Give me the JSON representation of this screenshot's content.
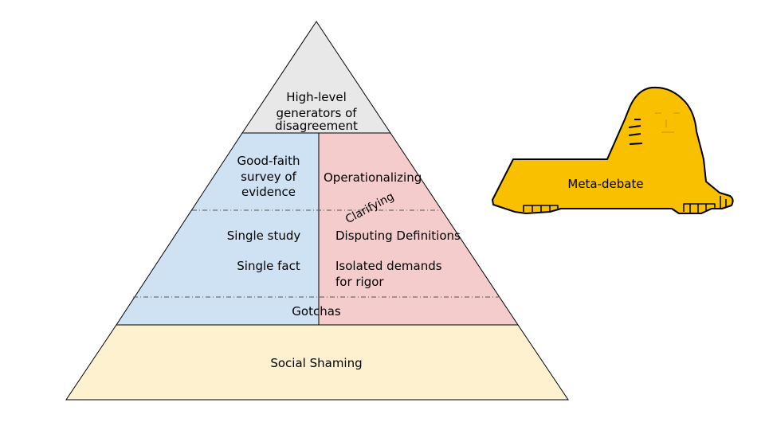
{
  "pyramid": {
    "top": {
      "lines": [
        "High-level",
        "generators of",
        "disagreement"
      ]
    },
    "left_upper": {
      "lines": [
        "Good-faith",
        "survey of",
        "evidence"
      ]
    },
    "right_upper": {
      "label": "Operationalizing"
    },
    "diagonal_label": "Clarifying",
    "left_lower": {
      "study": "Single study",
      "fact": "Single fact"
    },
    "right_lower": {
      "definitions": "Disputing Definitions",
      "rigor_lines": [
        "Isolated demands",
        "for rigor"
      ]
    },
    "gotchas": "Gotchas",
    "base": "Social Shaming"
  },
  "sphinx": {
    "label": "Meta-debate"
  },
  "colors": {
    "top": "#e8e8e8",
    "left": "#cfe2f3",
    "right": "#f4cccc",
    "base": "#fdf1cf",
    "sphinx": "#f9c000",
    "sphinx_dark": "#e0a800"
  }
}
